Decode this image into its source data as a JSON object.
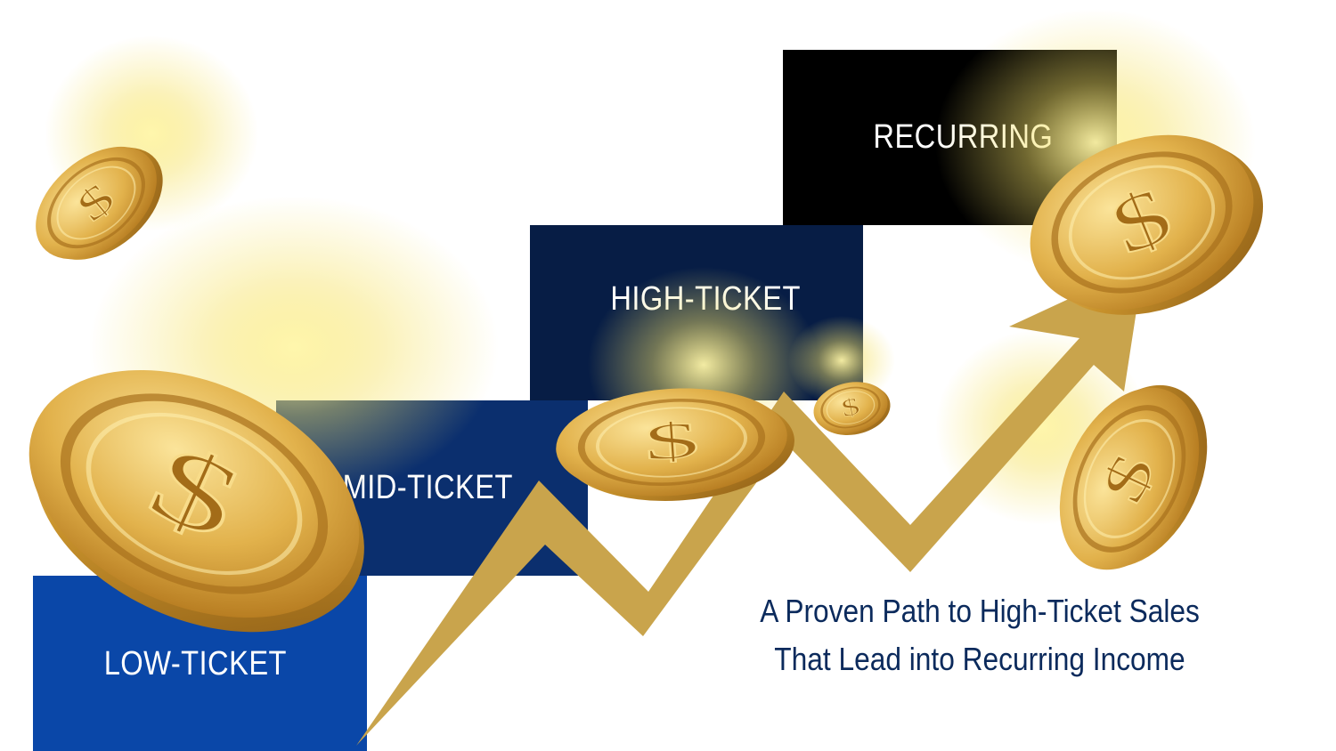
{
  "steps": {
    "low": "LOW-TICKET",
    "mid": "MID-TICKET",
    "high": "HIGH-TICKET",
    "recurring": "RECURRING"
  },
  "tagline": {
    "line1": "A Proven Path to High-Ticket Sales",
    "line2": "That Lead into Recurring Income"
  },
  "colors": {
    "low": "#0a47a8",
    "mid": "#0b2f6e",
    "high": "#071d45",
    "recurring": "#000000",
    "gold": "#c9a44c",
    "tagline": "#0b2a5c"
  },
  "icons": [
    "gold-dollar-coin-icon",
    "upward-trend-arrow-icon"
  ]
}
